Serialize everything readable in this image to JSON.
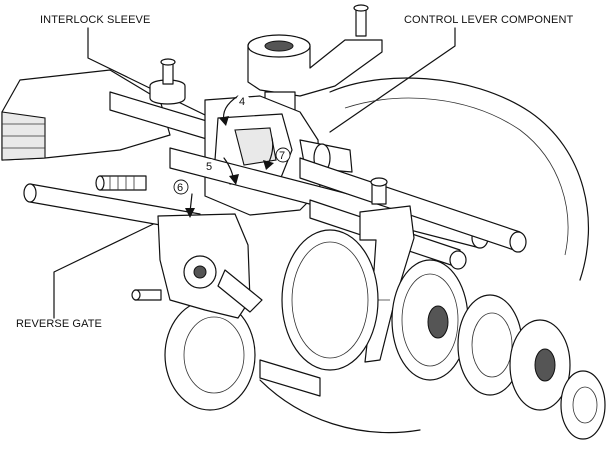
{
  "labels": {
    "interlock_sleeve": "INTERLOCK SLEEVE",
    "control_lever_component": "CONTROL LEVER COMPONENT",
    "reverse_gate": "REVERSE GATE"
  },
  "steps": {
    "step_4": "4",
    "step_5": "5",
    "step_6": "6",
    "step_7": "7"
  },
  "icons": {
    "arrow": "curved-arrow-icon"
  }
}
